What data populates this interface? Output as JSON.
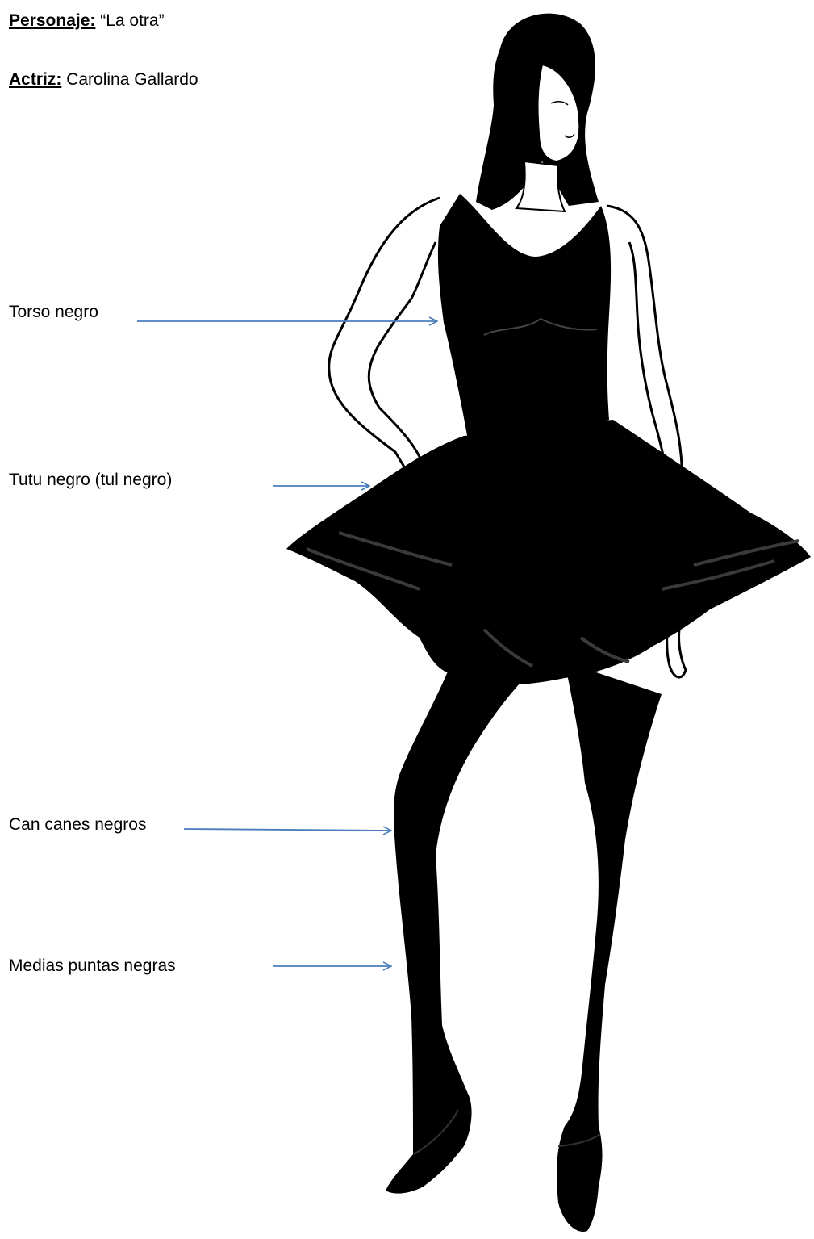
{
  "header": {
    "character_key": "Personaje:",
    "character_value": "“La otra”",
    "actress_key": "Actriz:",
    "actress_value": "Carolina Gallardo"
  },
  "labels": [
    {
      "text": "Torso negro"
    },
    {
      "text": "Tutu negro (tul negro)"
    },
    {
      "text": "Can canes negros"
    },
    {
      "text": "Medias puntas negras"
    }
  ],
  "colors": {
    "arrow": "#4a7ebb",
    "garment": "#000000"
  }
}
